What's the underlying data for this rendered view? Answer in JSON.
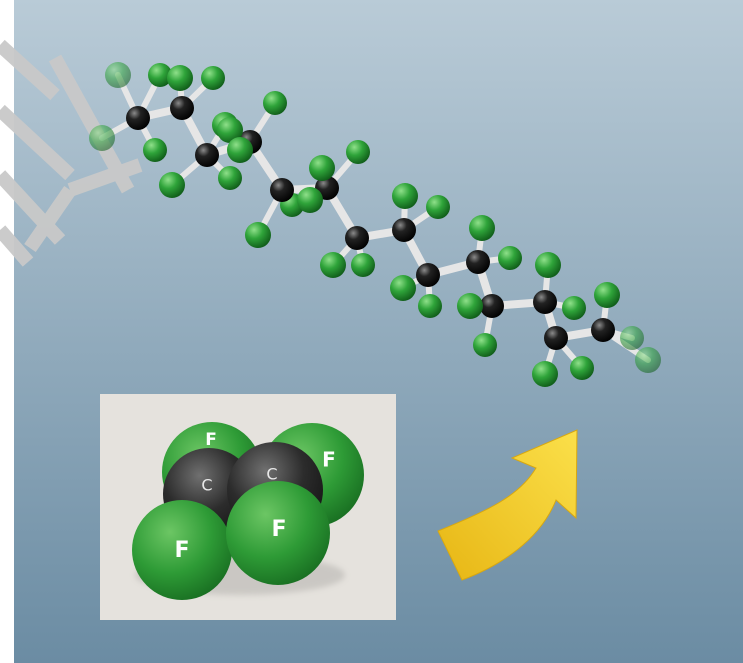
{
  "scene": {
    "background_top": "#b9cbd7",
    "background_bottom": "#6b8ca3",
    "carbon_color": "#111111",
    "fluorine_color": "#2fa43a",
    "bond_color": "#e6e6e6",
    "arrow_color": "#f2cc24"
  },
  "inset": {
    "background": "#e5e2dd",
    "labels": {
      "f_top": "F",
      "f_right": "F",
      "c_left": "C",
      "c_right": "C",
      "f_bottom_left": "F",
      "f_bottom_right": "F"
    }
  },
  "icons": {
    "molecule": "ptfe-chain-ball-and-stick",
    "arrow": "curved-arrow-up-right",
    "decoration": "grey-stripes"
  }
}
